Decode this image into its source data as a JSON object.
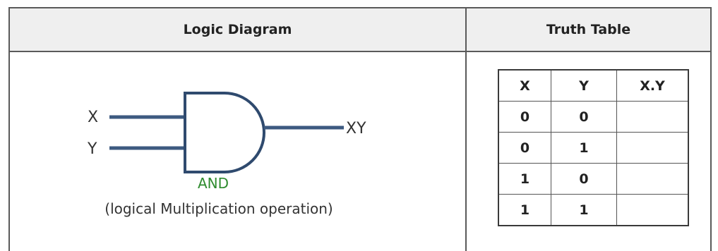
{
  "headers": {
    "left": "Logic Diagram",
    "right": "Truth Table"
  },
  "diagram": {
    "inputs": [
      "X",
      "Y"
    ],
    "output": "XY",
    "gate_name": "AND",
    "description": "(logical Multiplication operation)",
    "colors": {
      "wire": "#3d5a80",
      "gate": "#2f4a6e",
      "gate_name": "#2e8b2e"
    }
  },
  "truth_table": {
    "columns": [
      "X",
      "Y",
      "X.Y"
    ],
    "rows": [
      [
        "0",
        "0",
        ""
      ],
      [
        "0",
        "1",
        ""
      ],
      [
        "1",
        "0",
        ""
      ],
      [
        "1",
        "1",
        ""
      ]
    ]
  }
}
